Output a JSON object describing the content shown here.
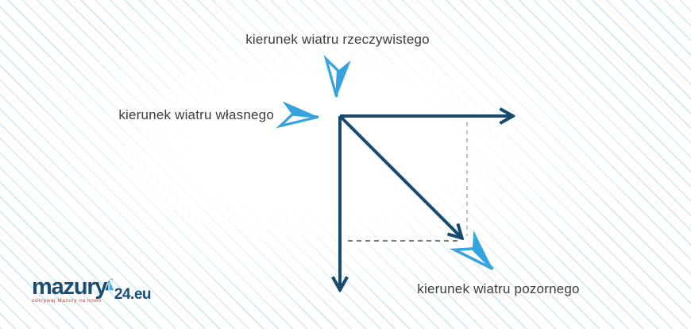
{
  "diagram": {
    "labels": {
      "true_wind": "kierunek wiatru rzeczywistego",
      "boat_wind": "kierunek wiatru własnego",
      "apparent_wind": "kierunek wiatru pozornego"
    },
    "colors": {
      "vector_navy": "#164a6f",
      "wind_icon_blue": "#35a3dd",
      "label_text": "#3d3d3d",
      "dashed_guide_light": "#b3b3b3",
      "dashed_guide_dark": "#4a4a4a",
      "background_stripe": "#cde6f5"
    }
  },
  "logo": {
    "brand": "mazury",
    "suffix": "24.eu",
    "tagline": "odkrywaj Mazury na nowo",
    "colors": {
      "navy": "#1b4d74",
      "sail_blue": "#3fa9e0",
      "tagline_red": "#b5413c"
    }
  }
}
